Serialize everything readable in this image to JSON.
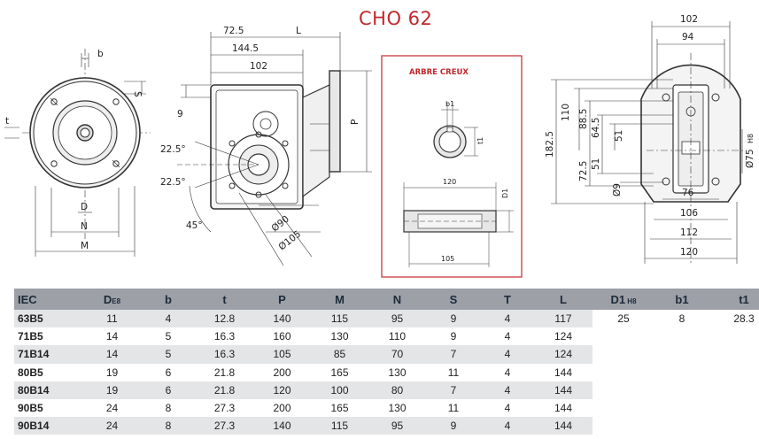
{
  "title": "CHO 62",
  "inset": {
    "title": "ARBRE CREUX"
  },
  "front_view": {
    "dims": [
      "b",
      "S",
      "t",
      "D",
      "N",
      "M"
    ]
  },
  "side_view": {
    "dims": [
      "72.5",
      "L",
      "144.5",
      "102",
      "9",
      "22.5°",
      "22.5°",
      "45°",
      "Ø90",
      "Ø105",
      "P"
    ]
  },
  "hollow_shaft": {
    "dims": [
      "b1",
      "t1",
      "120",
      "D1",
      "105"
    ]
  },
  "end_view": {
    "dims": [
      "102",
      "94",
      "110",
      "88.5",
      "64.5",
      "51",
      "72.5",
      "51",
      "Ø9",
      "76",
      "106",
      "112",
      "120",
      "182.5",
      "Ø75",
      "H8"
    ]
  },
  "table": {
    "headers": [
      {
        "main": "IEC",
        "sub": ""
      },
      {
        "main": "D",
        "sub": "E8"
      },
      {
        "main": "b",
        "sub": ""
      },
      {
        "main": "t",
        "sub": ""
      },
      {
        "main": "P",
        "sub": ""
      },
      {
        "main": "M",
        "sub": ""
      },
      {
        "main": "N",
        "sub": ""
      },
      {
        "main": "S",
        "sub": ""
      },
      {
        "main": "T",
        "sub": ""
      },
      {
        "main": "L",
        "sub": ""
      },
      {
        "main": "D1",
        "sub": " H8"
      },
      {
        "main": "b1",
        "sub": ""
      },
      {
        "main": "t1",
        "sub": ""
      }
    ],
    "rows": [
      [
        "63B5",
        "11",
        "4",
        "12.8",
        "140",
        "115",
        "95",
        "9",
        "4",
        "117",
        "25",
        "8",
        "28.3"
      ],
      [
        "71B5",
        "14",
        "5",
        "16.3",
        "160",
        "130",
        "110",
        "9",
        "4",
        "124",
        "",
        "",
        ""
      ],
      [
        "71B14",
        "14",
        "5",
        "16.3",
        "105",
        "85",
        "70",
        "7",
        "4",
        "124",
        "",
        "",
        ""
      ],
      [
        "80B5",
        "19",
        "6",
        "21.8",
        "200",
        "165",
        "130",
        "11",
        "4",
        "144",
        "",
        "",
        ""
      ],
      [
        "80B14",
        "19",
        "6",
        "21.8",
        "120",
        "100",
        "80",
        "7",
        "4",
        "144",
        "",
        "",
        ""
      ],
      [
        "90B5",
        "24",
        "8",
        "27.3",
        "200",
        "165",
        "130",
        "11",
        "4",
        "144",
        "",
        "",
        ""
      ],
      [
        "90B14",
        "24",
        "8",
        "27.3",
        "140",
        "115",
        "95",
        "9",
        "4",
        "144",
        "",
        "",
        ""
      ]
    ]
  }
}
